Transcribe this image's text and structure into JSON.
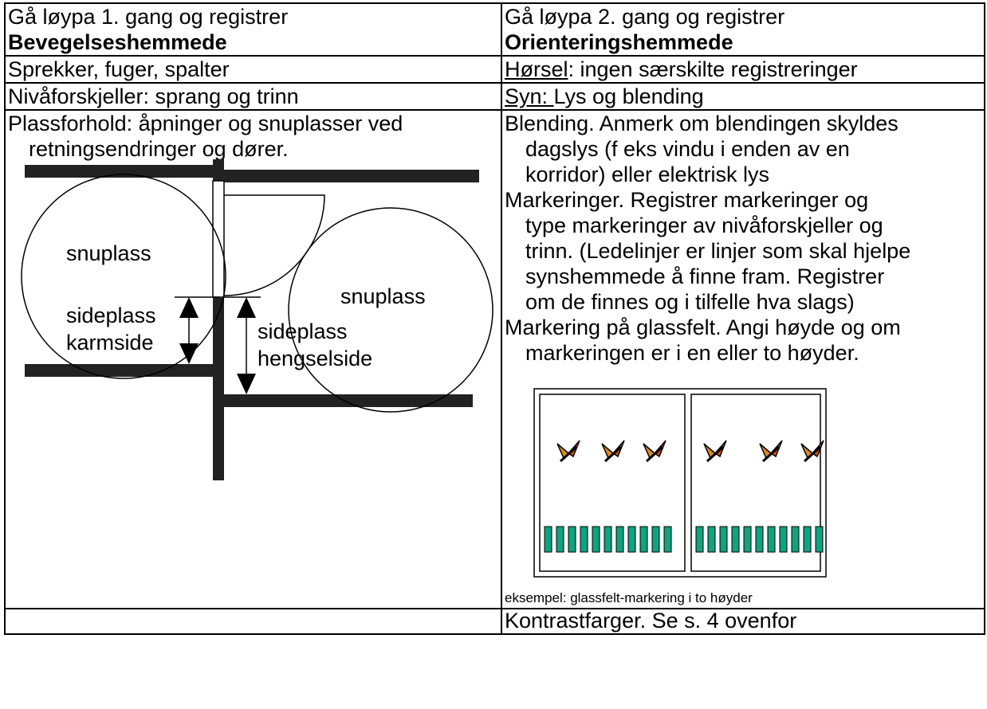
{
  "col_left": {
    "header_line1": "Gå løypa 1. gang og registrer",
    "header_line2": "Bevegelseshemmede",
    "row1": "Sprekker, fuger, spalter",
    "row2": "Nivåforskjeller: sprang og trinn",
    "row3_line1": "Plassforhold: åpninger og snuplasser ved",
    "row3_line2": "retningsendringer og dører.",
    "diagram": {
      "label_snuplass_left": "snuplass",
      "label_snuplass_right": "snuplass",
      "label_sideplass_left": "sideplass",
      "label_karmside": "karmside",
      "label_sideplass_right": "sideplass",
      "label_hengselside": "hengselside"
    },
    "row4": ""
  },
  "col_right": {
    "header_line1": "Gå løypa 2. gang og registrer",
    "header_line2": "Orienteringshemmede",
    "row1_term": "Hørsel",
    "row1_rest": ": ingen særskilte registreringer",
    "row2_term": "Syn: ",
    "row2_rest": "Lys og blending",
    "para1_line1": "Blending. Anmerk om blendingen skyldes",
    "para1_line2": "dagslys (f eks vindu i enden av en",
    "para1_line3": "korridor) eller elektrisk lys",
    "para2_line1": "Markeringer. Registrer markeringer og",
    "para2_line2": "type markeringer av nivåforskjeller og",
    "para2_line3": "trinn. (Ledelinjer er linjer som skal hjelpe",
    "para2_line4": "synshemmede å finne fram. Registrer",
    "para2_line5": "om de finnes og i tilfelle hva slags)",
    "para3_line1": "Markering på glassfelt. Angi høyde og om",
    "para3_line2": "markeringen er i en eller to høyder.",
    "caption": "eksempel: glassfelt-markering i to høyder",
    "row4": "Kontrastfarger. Se s. 4 ovenfor"
  },
  "colors": {
    "stripe": "#0fa37f",
    "wall": "#222222"
  },
  "icons": {
    "butterfly": "butterfly-icon"
  }
}
